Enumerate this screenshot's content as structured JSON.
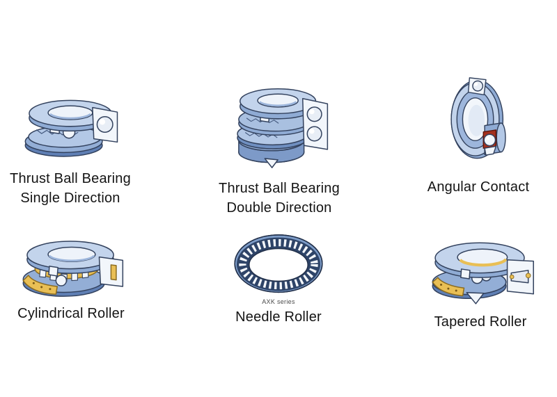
{
  "page": {
    "background": "#ffffff",
    "description": "Bearing types diagram, 3 columns x 2 rows of cutaway bearing illustrations with labels"
  },
  "palette": {
    "bearing_blue_light": "#c3d4ec",
    "bearing_blue_mid": "#93aed6",
    "bearing_blue_dark": "#5f7fb4",
    "outline_navy": "#33425e",
    "cut_face_white": "#f2f6fb",
    "cage_yellow": "#e9bf55",
    "cage_yellow_dark": "#8a6b20",
    "cage_red": "#a4301e",
    "needle_ring_navy": "#2e4468",
    "label_text": "#141414"
  },
  "items": [
    {
      "name": "thrust-ball-bearing-single-direction",
      "label": [
        "Thrust Ball Bearing",
        "Single Direction"
      ]
    },
    {
      "name": "thrust-ball-bearing-double-direction",
      "label": [
        "Thrust Ball Bearing",
        "Double Direction"
      ]
    },
    {
      "name": "angular-contact",
      "label": [
        "Angular Contact"
      ]
    },
    {
      "name": "cylindrical-roller",
      "label": [
        "Cylindrical Roller"
      ]
    },
    {
      "name": "needle-roller",
      "series_caption": "AXK series",
      "label": [
        "Needle Roller"
      ]
    },
    {
      "name": "tapered-roller",
      "label": [
        "Tapered Roller"
      ]
    }
  ]
}
